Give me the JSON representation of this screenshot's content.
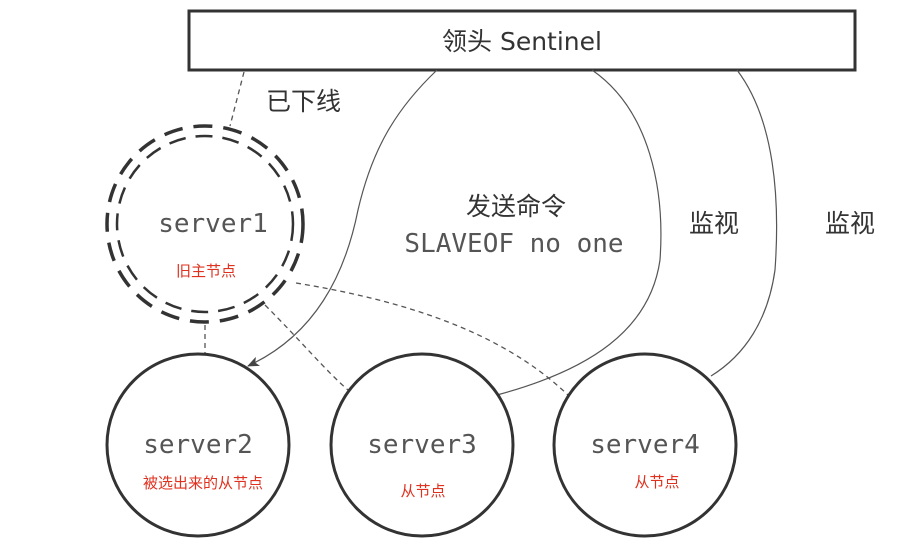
{
  "leader": {
    "label": "领头 Sentinel"
  },
  "offline_label": "已下线",
  "command": {
    "line1": "发送命令",
    "line2": "SLAVEOF no one"
  },
  "monitor_labels": [
    "监视",
    "监视"
  ],
  "nodes": [
    {
      "name": "server1",
      "role": "旧主节点",
      "status": "offline"
    },
    {
      "name": "server2",
      "role": "被选出来的从节点",
      "status": "online"
    },
    {
      "name": "server3",
      "role": "从节点",
      "status": "online"
    },
    {
      "name": "server4",
      "role": "从节点",
      "status": "online"
    }
  ],
  "colors": {
    "stroke": "#333333",
    "annotation": "#e0301e",
    "text": "#555555"
  }
}
